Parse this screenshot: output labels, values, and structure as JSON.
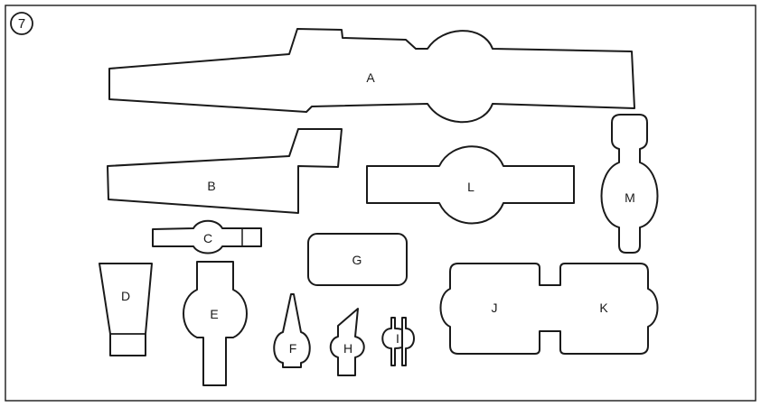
{
  "step_number": "7",
  "pieces": {
    "A": "A",
    "B": "B",
    "C": "C",
    "D": "D",
    "E": "E",
    "F": "F",
    "G": "G",
    "H": "H",
    "I": "I",
    "J": "J",
    "K": "K",
    "L": "L",
    "M": "M"
  }
}
